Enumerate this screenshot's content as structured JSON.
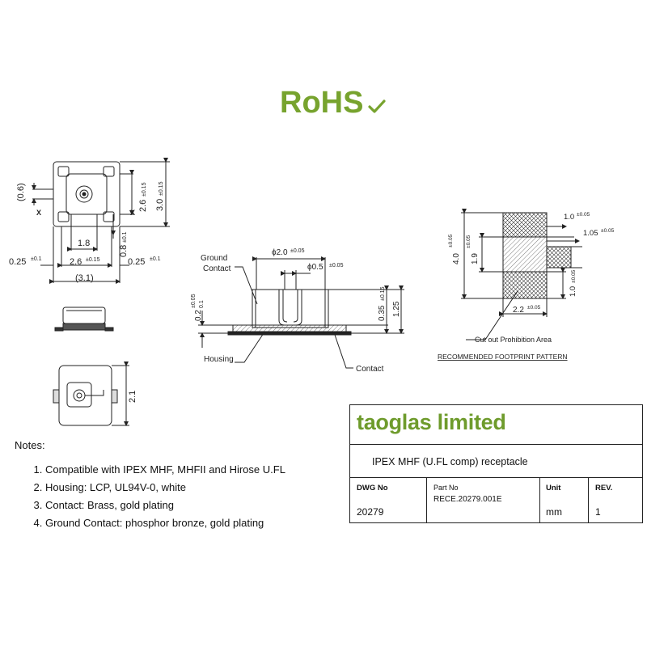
{
  "rohs": {
    "label": "RoHS",
    "icon": "checkmark-icon",
    "color": "#77a32e"
  },
  "top_view": {
    "dims": {
      "d0_6": "(0.6)",
      "d2_6v": "2.6",
      "tol_015a": "±0.15",
      "d3_0": "3.0",
      "tol_015b": "±0.15",
      "d1_8": "1.8",
      "d0_8": "0.8",
      "tol_01a": "±0.1",
      "d0_25l": "0.25",
      "tol_01b": "±0.1",
      "d2_6h": "2.6",
      "tol_015c": "±0.15",
      "d0_25r": "0.25",
      "tol_01c": "±0.1",
      "d3_1": "(3.1)",
      "mark": "X"
    }
  },
  "bottom_view": {
    "dims": {
      "d2_1": "2.1"
    }
  },
  "section_view": {
    "labels": {
      "ground_contact_1": "Ground",
      "ground_contact_2": "Contact",
      "housing": "Housing",
      "contact": "Contact"
    },
    "dims": {
      "d2_0": "ϕ2.0",
      "tol_2_0": "±0.05",
      "d0_5": "ϕ0.5",
      "tol_0_5": "±0.05",
      "d0_2": "0.2",
      "tol_0_2a": "±0.05",
      "tol_0_2b": "0.1",
      "d0_35": "0.35",
      "tol_0_35": "±0.15",
      "d1_25": "1.25"
    }
  },
  "footprint": {
    "dims": {
      "d1_0t": "1.0",
      "tol_1_0t": "±0.05",
      "d1_05": "1.05",
      "tol_1_05": "±0.05",
      "d4_0": "4.0",
      "tol_4_0": "±0.05",
      "d1_9": "1.9",
      "tol_1_9": "±0.05",
      "d1_0s": "1.0",
      "tol_1_0s": "±0.05",
      "d2_2": "2.2",
      "tol_2_2": "±0.05"
    },
    "cutout_label": "Cut out Prohibition Area",
    "title": "RECOMMENDED FOOTPRINT PATTERN"
  },
  "notes": {
    "title": "Notes:",
    "items": [
      "Compatible with IPEX MHF, MHFII and Hirose U.FL",
      "Housing: LCP, UL94V-0, white",
      "Contact: Brass, gold plating",
      "Ground Contact: phosphor bronze, gold plating"
    ]
  },
  "title_block": {
    "company": "taoglas limited",
    "description": "IPEX MHF  (U.FL comp) receptacle",
    "headers": {
      "dwg_no": "DWG No",
      "part_no": "Part No",
      "unit": "Unit",
      "rev": "REV."
    },
    "values": {
      "dwg_no": "20279",
      "part_no": "RECE.20279.001E",
      "unit": "mm",
      "rev": "1"
    },
    "brand_color": "#6e9b2c"
  }
}
